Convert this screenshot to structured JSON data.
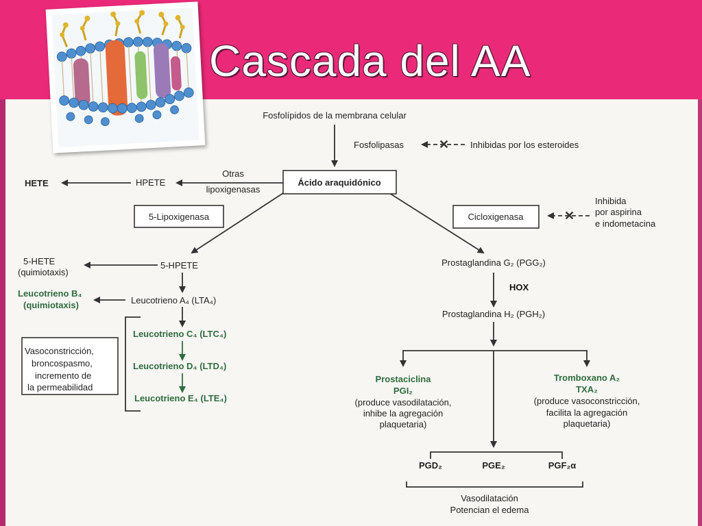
{
  "slide_title": "Cascada del AA",
  "nodes": {
    "fosfolipidos": "Fosfolípidos de la membrana celular",
    "fosfolipasas": "Fosfolipasas",
    "esteroides": "Inhibidas por los esteroides",
    "acido": "Ácido araquidónico",
    "otras_1": "Otras",
    "otras_2": "lipoxigenasas",
    "hpete": "HPETE",
    "hete": "HETE",
    "lipox5": "5-Lipoxigenasa",
    "ciclox": "Cicloxigenasa",
    "inhib_1": "Inhibida",
    "inhib_2": "por aspirina",
    "inhib_3": "e indometacina",
    "hpete5": "5-HPETE",
    "hete5_1": "5-HETE",
    "hete5_2": "(quimiotaxis)",
    "ltb4_1": "Leucotrieno B₄",
    "ltb4_2": "(quimiotaxis)",
    "lta4": "Leucotrieno A₄ (LTA₄)",
    "ltc4": "Leucotrieno C₄ (LTC₄)",
    "ltd4": "Leucotrieno D₄ (LTD₄)",
    "lte4": "Leucotrieno E₄ (LTE₄)",
    "vaso_1": "Vasoconstricción,",
    "vaso_2": "broncospasmo,",
    "vaso_3": "incremento de",
    "vaso_4": "la permeabilidad",
    "pgg2": "Prostaglandina G₂ (PGG₂)",
    "hox": "HOX",
    "pgh2": "Prostaglandina H₂ (PGH₂)",
    "prost_1": "Prostaciclina",
    "prost_2": "PGI₂",
    "prost_3": "(produce vasodilatación,",
    "prost_4": "inhibe la agregación",
    "prost_5": "plaquetaria)",
    "tromb_1": "Tromboxano A₂",
    "tromb_2": "TXA₂",
    "tromb_3": "(produce vasoconstricción,",
    "tromb_4": "facilita la agregación",
    "tromb_5": "plaquetaria)",
    "pgd2": "PGD₂",
    "pge2": "PGE₂",
    "pgf2": "PGF₂α",
    "efecto_1": "Vasodilatación",
    "efecto_2": "Potencian el edema"
  },
  "colors": {
    "accent": "#ea2a78",
    "green_text": "#2f6b3f",
    "ink": "#222222",
    "panel": "#f7f6f3"
  }
}
